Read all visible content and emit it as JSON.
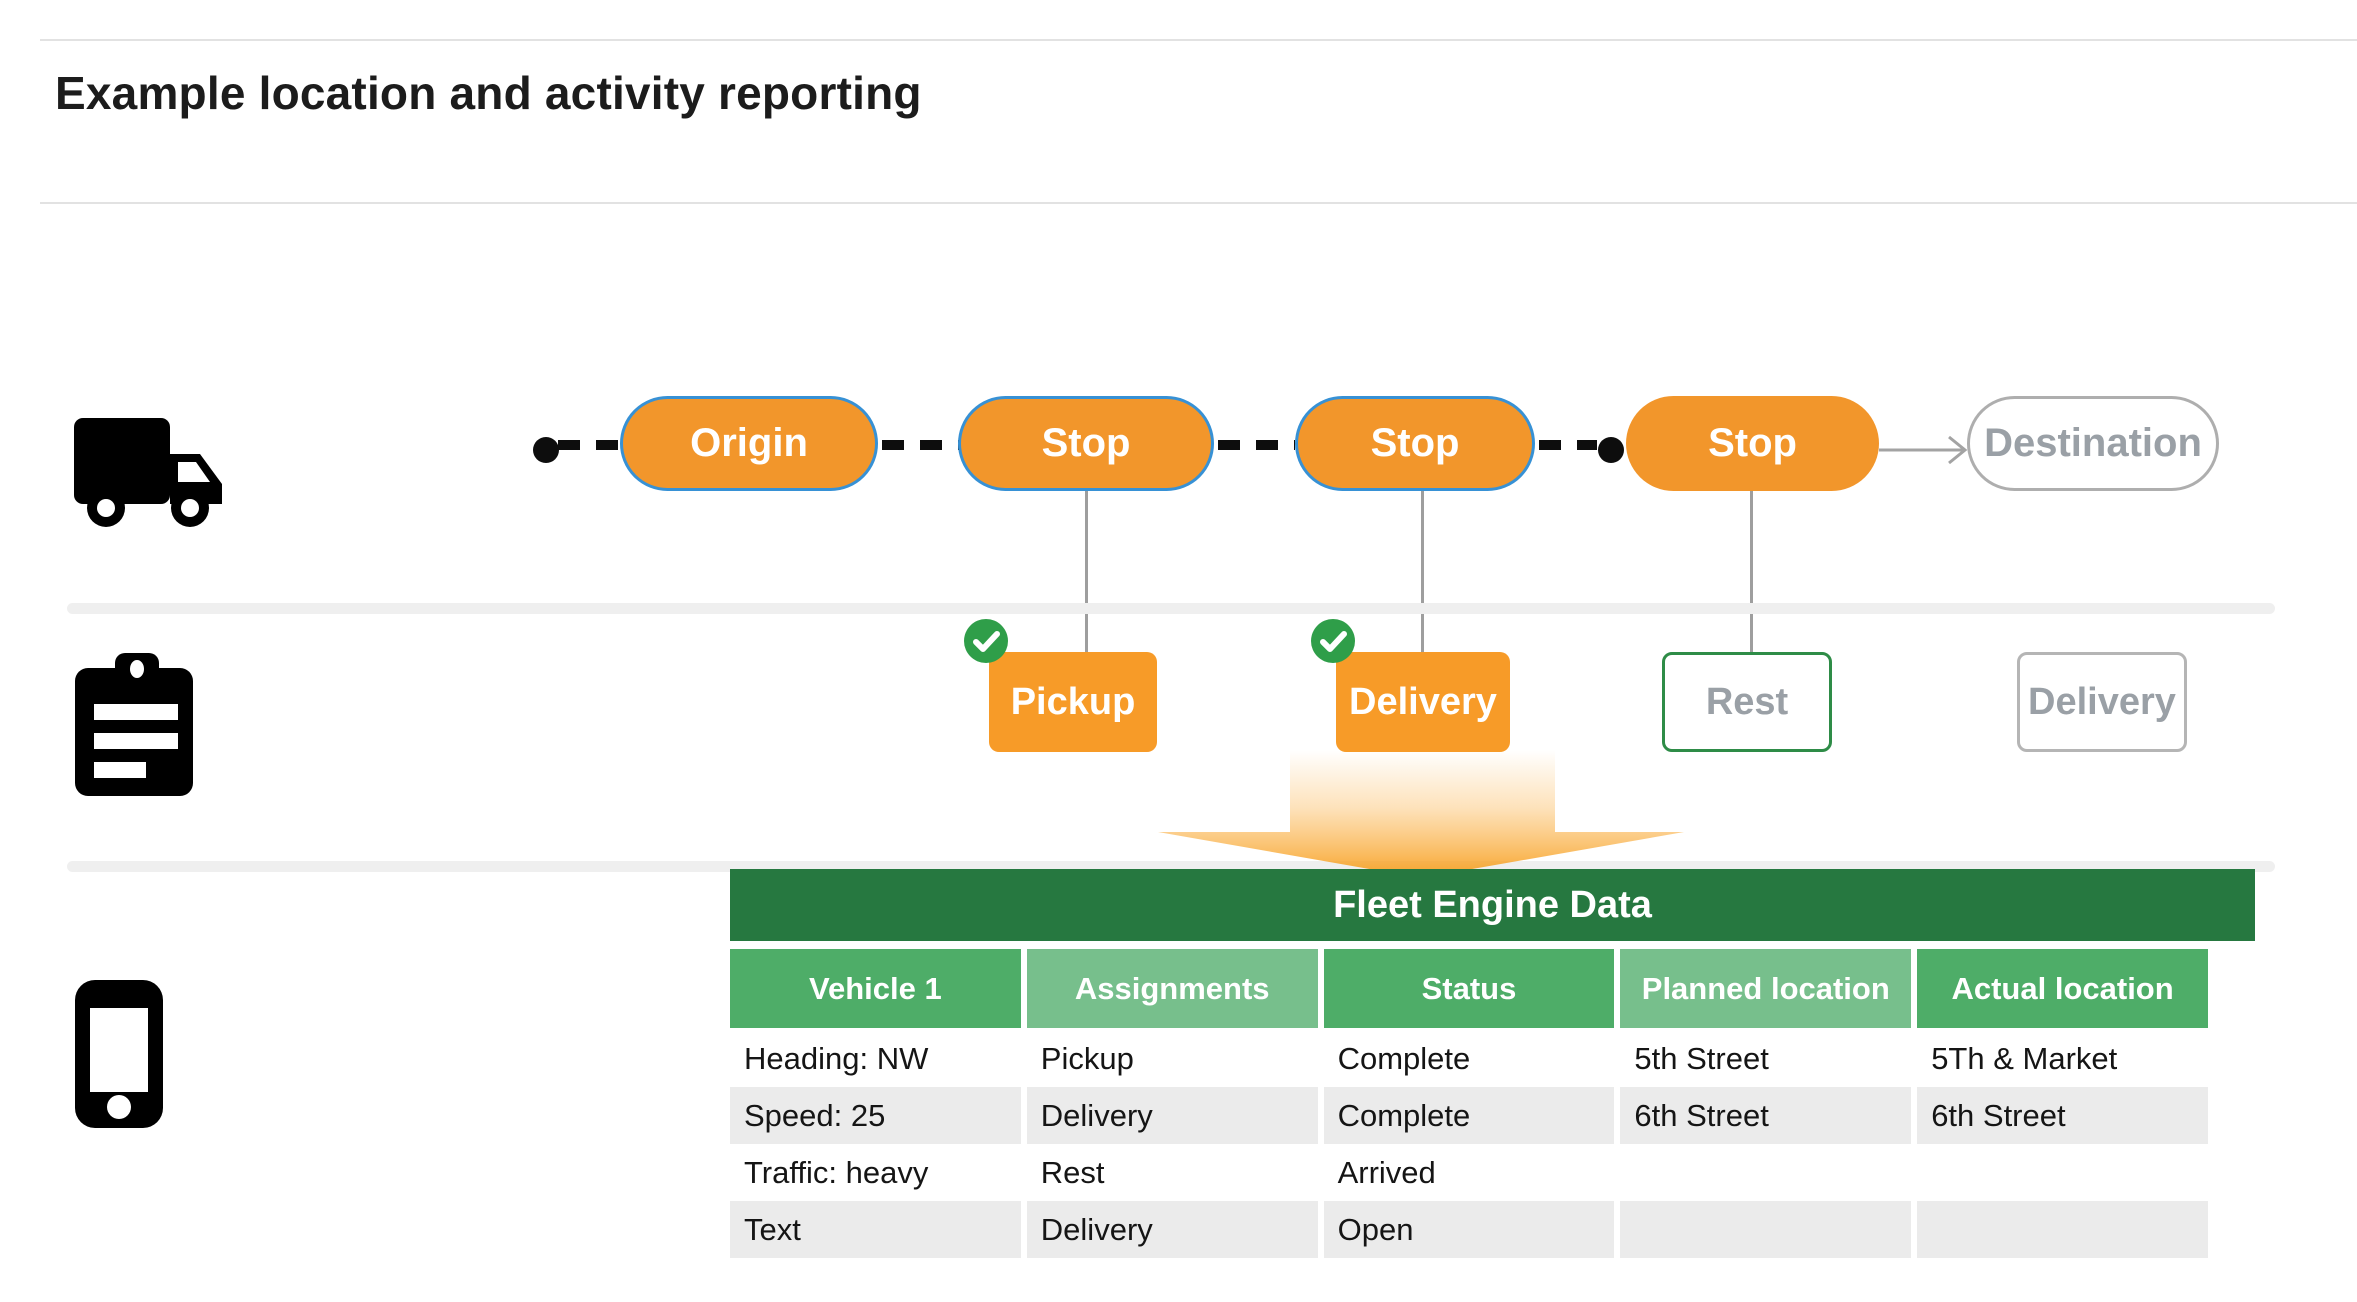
{
  "page": {
    "title": "Example location and activity reporting"
  },
  "journey": {
    "nodes": [
      {
        "label": "Origin",
        "style": "orange-blue-border"
      },
      {
        "label": "Stop",
        "style": "orange-blue-border"
      },
      {
        "label": "Stop",
        "style": "orange-blue-border"
      },
      {
        "label": "Stop",
        "style": "orange-plain"
      },
      {
        "label": "Destination",
        "style": "gray-outline"
      }
    ]
  },
  "activities": {
    "items": [
      {
        "label": "Pickup",
        "checked": true,
        "style": "orange"
      },
      {
        "label": "Delivery",
        "checked": true,
        "style": "orange"
      },
      {
        "label": "Rest",
        "checked": false,
        "style": "green-outline"
      },
      {
        "label": "Delivery",
        "checked": false,
        "style": "gray-outline"
      }
    ]
  },
  "table": {
    "title": "Fleet Engine Data",
    "columns": [
      "Vehicle 1",
      "Assignments",
      "Status",
      "Planned location",
      "Actual location"
    ],
    "rows": [
      [
        "Heading: NW",
        "Pickup",
        "Complete",
        "5th Street",
        "5Th & Market"
      ],
      [
        "Speed: 25",
        "Delivery",
        "Complete",
        "6th Street",
        "6th Street"
      ],
      [
        "Traffic: heavy",
        "Rest",
        "Arrived",
        "",
        ""
      ],
      [
        "Text",
        "Delivery",
        "Open",
        "",
        ""
      ]
    ]
  },
  "icons": {
    "truck": "truck-icon",
    "clipboard": "clipboard-icon",
    "phone": "phone-icon",
    "check": "check-circle-icon",
    "arrow_right": "arrow-right-icon",
    "big_arrow_down": "big-down-arrow"
  },
  "colors": {
    "orange": "#F2962B",
    "pill_border_blue": "#3791D5",
    "check_green": "#2F9E49",
    "rest_border_green": "#2E8C47",
    "table_title_green": "#267840",
    "header_green_medium": "#4EAD68",
    "header_green_light": "#77BF8C",
    "row_gray": "#EBEBEB",
    "muted_gray_text": "#9AA0A6"
  }
}
